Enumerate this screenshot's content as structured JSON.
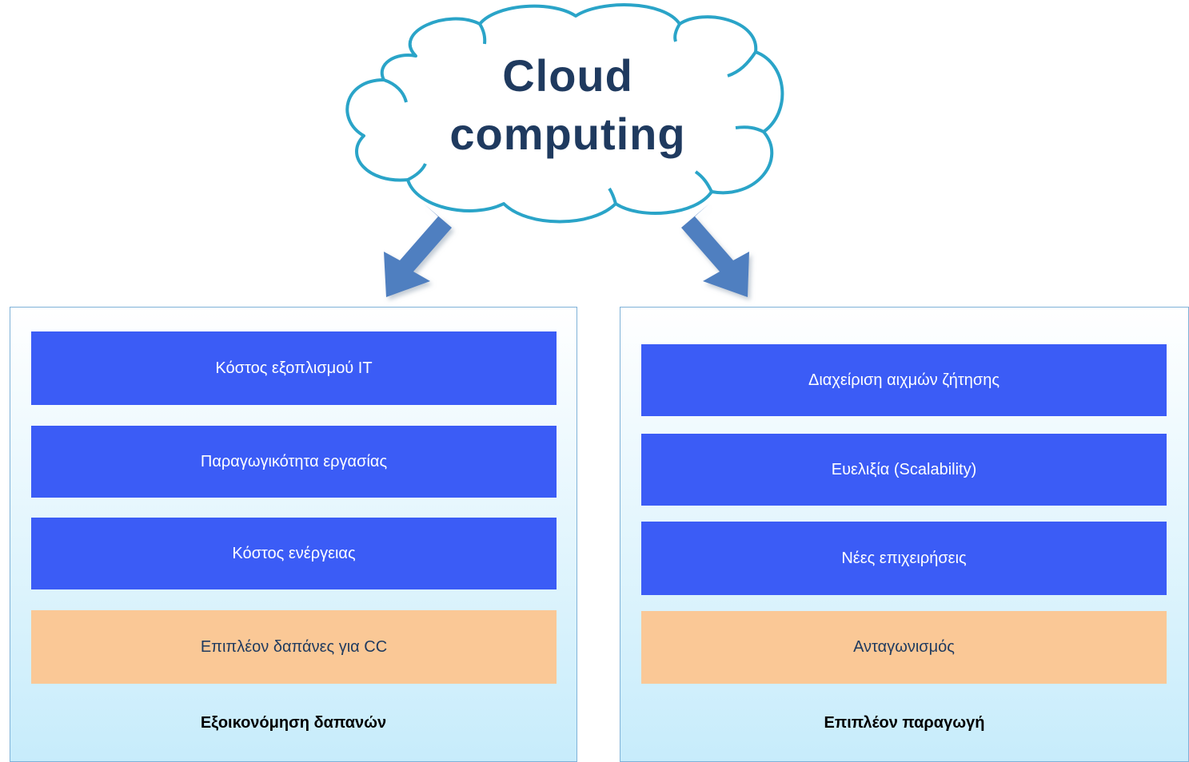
{
  "cloud": {
    "line1": "Cloud",
    "line2": "computing"
  },
  "left_panel": {
    "items": [
      {
        "label": "Κόστος εξοπλισμού IT",
        "color": "#3b5cf6"
      },
      {
        "label": "Παραγωγικότητα εργασίας",
        "color": "#3b5cf6"
      },
      {
        "label": "Κόστος ενέργειας",
        "color": "#3b5cf6"
      },
      {
        "label": "Επιπλέον δαπάνες για CC",
        "color": "#fac896"
      }
    ],
    "caption": "Εξοικονόμηση δαπανών"
  },
  "right_panel": {
    "items": [
      {
        "label": "Διαχείριση αιχμών ζήτησης",
        "color": "#3b5cf6"
      },
      {
        "label": "Ευελιξία (Scalability)",
        "color": "#3b5cf6"
      },
      {
        "label": "Νέες επιχειρήσεις",
        "color": "#3b5cf6"
      },
      {
        "label": "Ανταγωνισμός",
        "color": "#fac896"
      }
    ],
    "caption": "Επιπλέον παραγωγή"
  },
  "colors": {
    "cloud_stroke": "#2aa4c8",
    "arrow_fill": "#4f7fc0",
    "title_text": "#1f3a5f"
  }
}
